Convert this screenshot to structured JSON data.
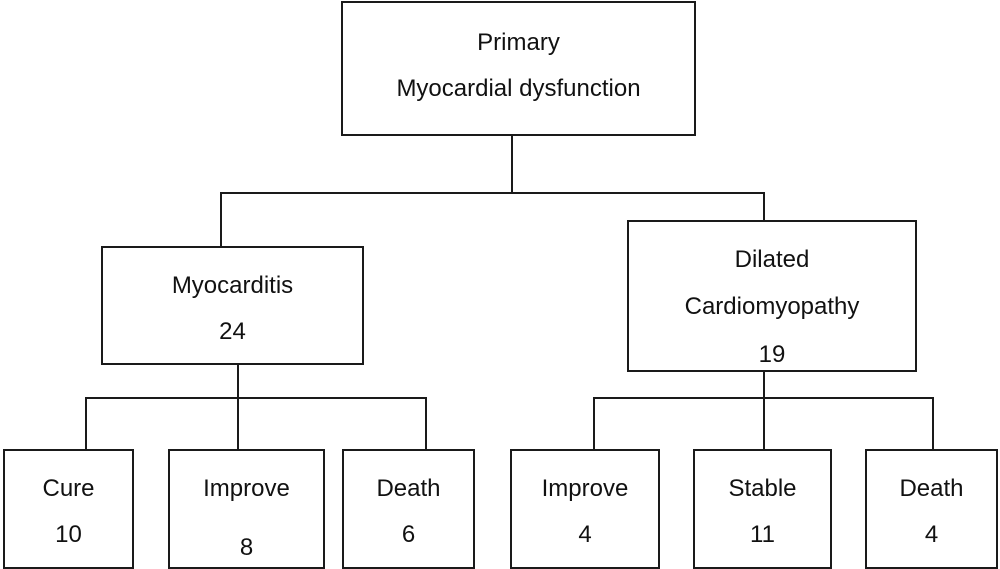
{
  "root": {
    "line1": "Primary",
    "line2": "Myocardial dysfunction"
  },
  "myocarditis": {
    "label": "Myocarditis",
    "count": "24"
  },
  "dilated": {
    "line1": "Dilated",
    "line2": "Cardiomyopathy",
    "count": "19"
  },
  "outcomes": {
    "myocarditis": [
      {
        "label": "Cure",
        "count": "10"
      },
      {
        "label": "Improve",
        "count": "8"
      },
      {
        "label": "Death",
        "count": "6"
      }
    ],
    "dilated": [
      {
        "label": "Improve",
        "count": "4"
      },
      {
        "label": "Stable",
        "count": "11"
      },
      {
        "label": "Death",
        "count": "4"
      }
    ]
  },
  "colors": {
    "line": "#1a1a1a",
    "background": "#ffffff"
  }
}
